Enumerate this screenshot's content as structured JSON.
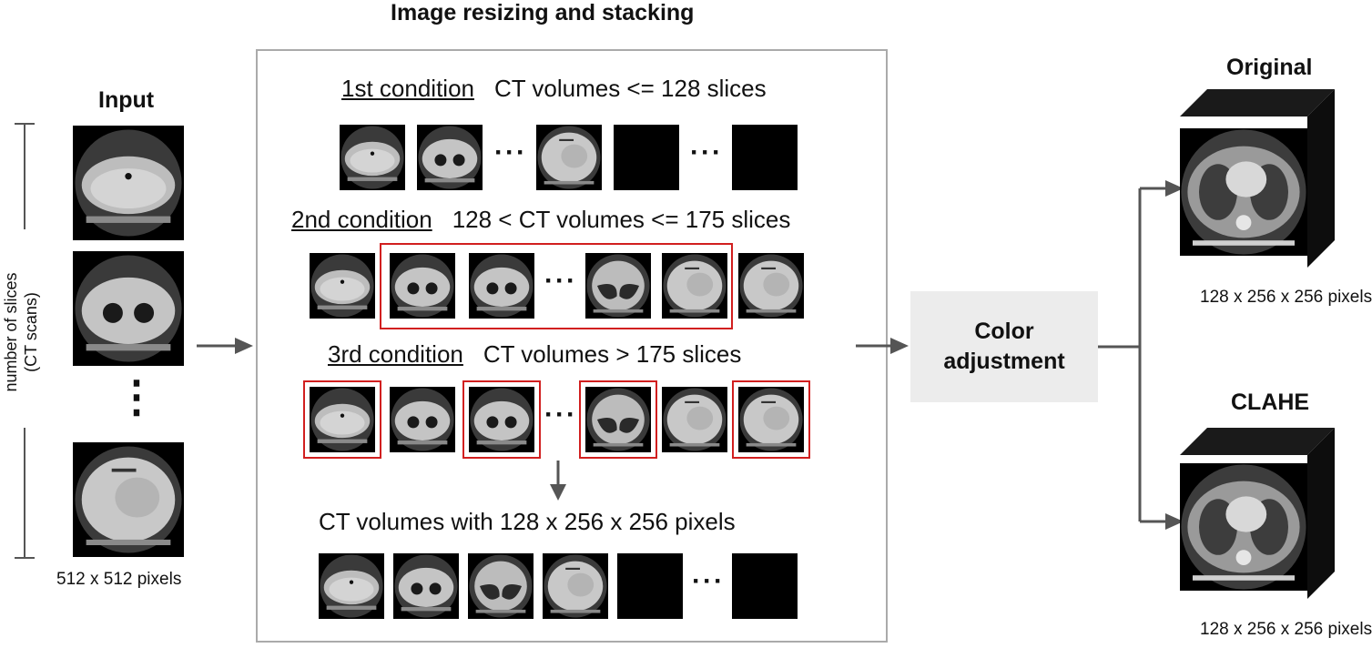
{
  "input": {
    "title": "Input",
    "y_label_line1": "number of slices",
    "y_label_line2": "(CT scans)",
    "size_label": "512 x 512 pixels",
    "ellipsis": "⋮"
  },
  "stacking": {
    "title": "Image resizing and stacking",
    "cond1": {
      "name": "1st condition",
      "text": "CT volumes <= 128 slices"
    },
    "cond2": {
      "name": "2nd condition",
      "text": "128 < CT volumes <= 175 slices"
    },
    "cond3": {
      "name": "3rd condition",
      "text": "CT volumes > 175 slices"
    },
    "output_text": "CT volumes with 128 x 256 x 256 pixels",
    "ellipsis": "···"
  },
  "color_adjustment": {
    "line1": "Color",
    "line2": "adjustment"
  },
  "outputs": {
    "original": {
      "title": "Original",
      "size_label": "128 x 256 x 256 pixels"
    },
    "clahe": {
      "title": "CLAHE",
      "size_label": "128 x 256 x 256 pixels"
    }
  },
  "colors": {
    "highlight": "#d11f1f",
    "arrow": "#555555",
    "box_fill": "#ececec",
    "frame": "#aaaaaa"
  }
}
